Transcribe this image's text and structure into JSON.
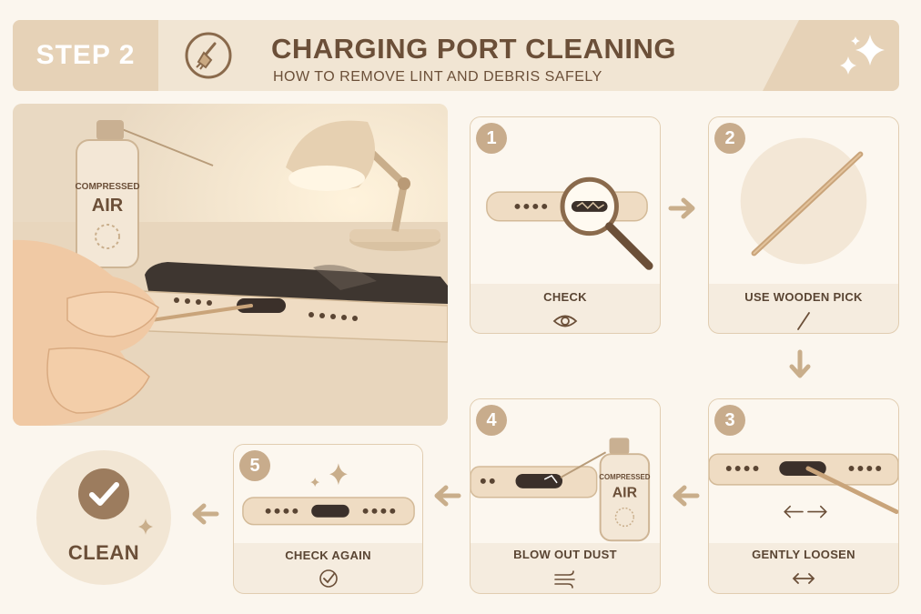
{
  "header": {
    "step_label": "STEP 2",
    "title": "CHARGING PORT CLEANING",
    "subtitle": "HOW TO REMOVE LINT AND DEBRIS SAFELY",
    "icon": "brush-icon",
    "deco_icon": "sparkle-icon"
  },
  "photo": {
    "can_text_top": "COMPRESSED",
    "can_text_bottom": "AIR"
  },
  "steps": [
    {
      "number": "1",
      "label": "CHECK",
      "icon": "eye-icon"
    },
    {
      "number": "2",
      "label": "USE WOODEN PICK",
      "icon": "pick-icon"
    },
    {
      "number": "3",
      "label": "GENTLY LOOSEN",
      "icon": "double-arrow-icon"
    },
    {
      "number": "4",
      "label": "BLOW OUT DUST",
      "icon": "wind-icon",
      "can_text_top": "COMPRESSED",
      "can_text_bottom": "AIR"
    },
    {
      "number": "5",
      "label": "CHECK AGAIN",
      "icon": "check-circle-icon"
    }
  ],
  "result": {
    "label": "CLEAN",
    "icon": "check-icon"
  },
  "colors": {
    "background": "#fbf6ee",
    "accent": "#c8ac8c",
    "text": "#5a4533",
    "card": "#f5ecdf"
  }
}
